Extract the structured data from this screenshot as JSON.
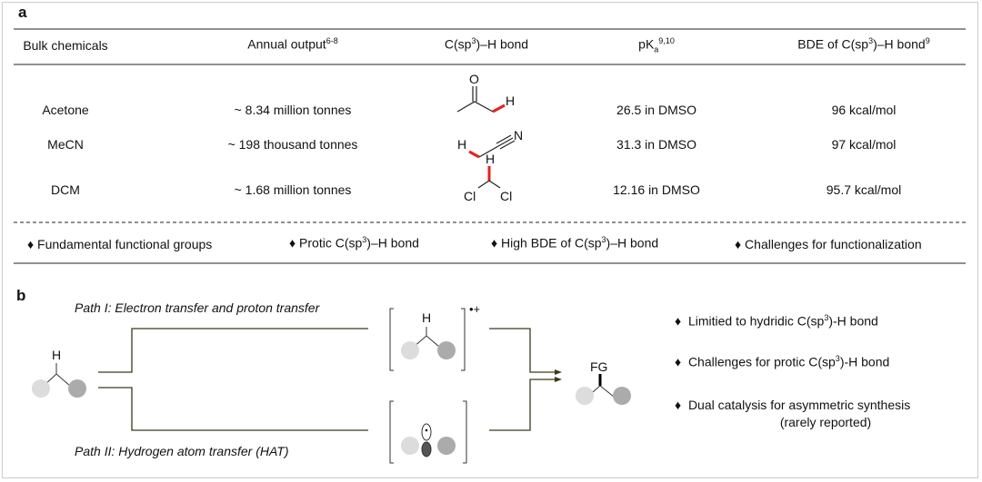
{
  "panel_a": {
    "label": "a",
    "headers": {
      "bulk": "Bulk chemicals",
      "output": "Annual output",
      "output_ref": "6-8",
      "bond_pre": "C(sp",
      "bond_sup": "3",
      "bond_post": ")–H bond",
      "pka": "pK",
      "pka_sub": "a",
      "pka_ref": "9,10",
      "bde_pre": "BDE of C(sp",
      "bde_sup": "3",
      "bde_post": ")–H bond",
      "bde_ref": "9"
    },
    "rows": [
      {
        "chemical": "Acetone",
        "output": "~ 8.34 million tonnes",
        "pka": "26.5 in DMSO",
        "bde": "96 kcal/mol",
        "atoms": {
          "o": "O",
          "h": "H"
        }
      },
      {
        "chemical": "MeCN",
        "output": "~ 198 thousand tonnes",
        "pka": "31.3 in DMSO",
        "bde": "97 kcal/mol",
        "atoms": {
          "n": "N",
          "h": "H"
        }
      },
      {
        "chemical": "DCM",
        "output": "~ 1.68 million tonnes",
        "pka": "12.16 in DMSO",
        "bde": "95.7 kcal/mol",
        "atoms": {
          "cl1": "Cl",
          "cl2": "Cl",
          "h": "H"
        }
      }
    ],
    "features": [
      {
        "text": "Fundamental functional groups"
      },
      {
        "pre": "Protic C(sp",
        "sup": "3",
        "post": ")–H bond"
      },
      {
        "pre": "High BDE of  C(sp",
        "sup": "3",
        "post": ")–H bond"
      },
      {
        "text": "Challenges for functionalization"
      }
    ],
    "bullet": "♦"
  },
  "panel_b": {
    "label": "b",
    "path1": "Path I: Electron transfer and proton transfer",
    "path2": "Path II:  Hydrogen atom transfer (HAT)",
    "h": "H",
    "charge": "•+",
    "fg": "FG",
    "points": [
      {
        "pre": "Limitied to hydridic C(sp",
        "sup": "3",
        "post": ")-H bond"
      },
      {
        "pre": "Challenges for protic C(sp",
        "sup": "3",
        "post": ")-H bond"
      },
      {
        "text": "Dual catalysis for asymmetric synthesis",
        "text2": "(rarely reported)"
      }
    ]
  },
  "colors": {
    "highlight": "#e8201c",
    "light_atom": "#dcdcdc",
    "dark_atom": "#ababab",
    "line": "#3a3a1e"
  }
}
